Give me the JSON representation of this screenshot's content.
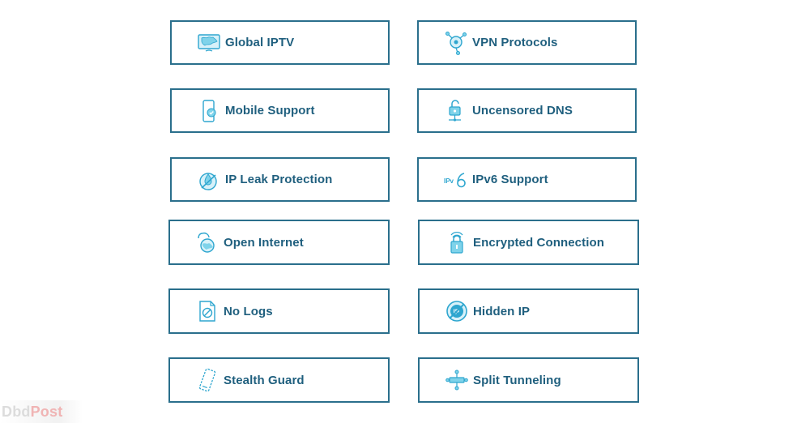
{
  "features": [
    {
      "label": "Global IPTV",
      "icon": "tv-globe-icon"
    },
    {
      "label": "VPN Protocols",
      "icon": "protocol-nodes-icon"
    },
    {
      "label": "Mobile Support",
      "icon": "smartphone-check-icon"
    },
    {
      "label": "Uncensored DNS",
      "icon": "unlock-network-icon"
    },
    {
      "label": "IP Leak Protection",
      "icon": "leak-shield-icon"
    },
    {
      "label": "IPv6 Support",
      "icon": "ipv6-icon"
    },
    {
      "label": "Open Internet",
      "icon": "open-globe-icon"
    },
    {
      "label": "Encrypted Connection",
      "icon": "encrypted-lock-icon"
    },
    {
      "label": "No Logs",
      "icon": "no-logs-icon"
    },
    {
      "label": "Hidden IP",
      "icon": "hidden-ip-icon"
    },
    {
      "label": "Stealth Guard",
      "icon": "stealth-device-icon"
    },
    {
      "label": "Split Tunneling",
      "icon": "split-tunnel-icon"
    }
  ],
  "icon_labels": {
    "ipv6_prefix": "IPv",
    "hidden_ip": "IP"
  },
  "watermark": {
    "part1": "Dbd",
    "part2": "Post"
  },
  "colors": {
    "border": "#2a6f8c",
    "text": "#1f5f7e",
    "icon_fill": "#7fd3ea",
    "icon_stroke": "#2ea6cf"
  }
}
